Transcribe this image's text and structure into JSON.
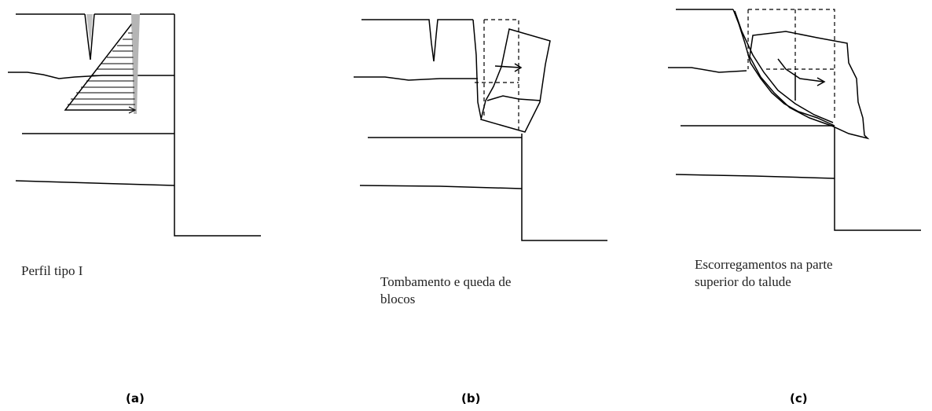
{
  "panels": [
    {
      "id": "a",
      "caption": "Perfil tipo I",
      "label": "(a)"
    },
    {
      "id": "b",
      "caption": "Tombamento e queda de\nblocos",
      "label": "(b)"
    },
    {
      "id": "c",
      "caption": "Escorregamentos na parte\nsuperior do talude",
      "label": "(c)"
    }
  ]
}
